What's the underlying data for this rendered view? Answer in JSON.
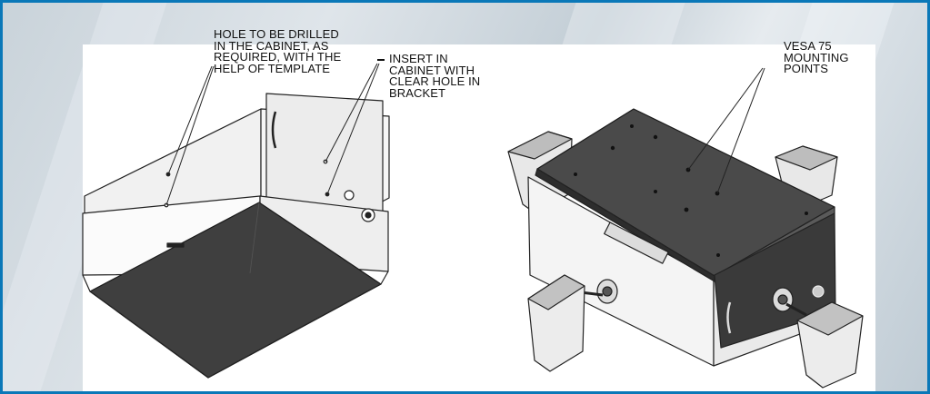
{
  "callouts": {
    "drill_hole": "HOLE TO BE DRILLED\nIN THE CABINET, AS\nREQUIRED, WITH THE\nHELP OF TEMPLATE",
    "insert_cabinet": "INSERT IN\nCABINET WITH\nCLEAR HOLE IN\nBRACKET",
    "vesa_points": "VESA 75\nMOUNTING\nPOINTS"
  },
  "colors": {
    "frame_border": "#0a78b8",
    "steel_dark": "#3c3c3c",
    "steel_light": "#ececec",
    "outline": "#222222"
  }
}
